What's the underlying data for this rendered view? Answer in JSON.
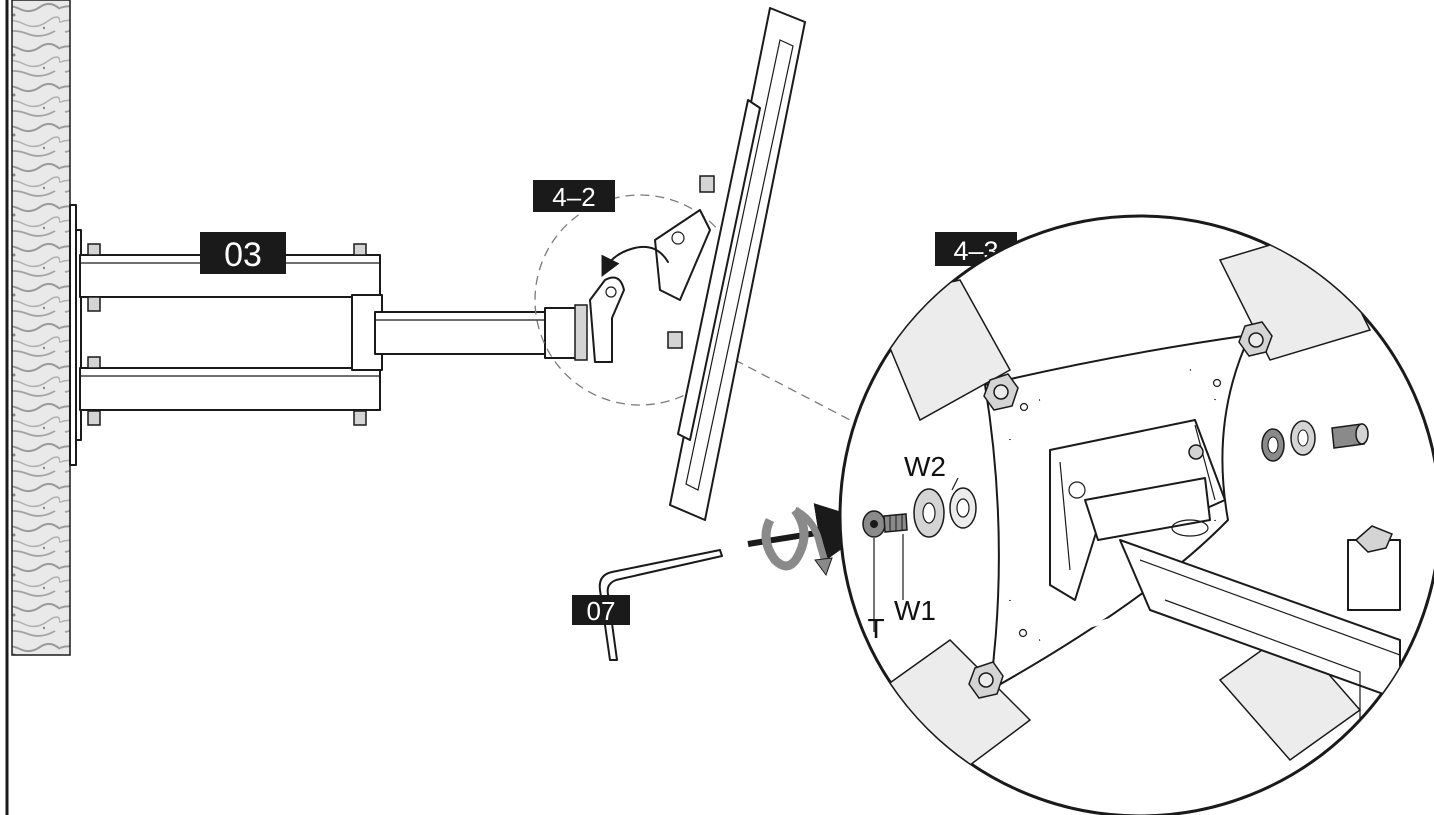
{
  "tags": {
    "arm": "03",
    "step_detail_a": "4–2",
    "step_detail_b": "4–3",
    "allen_key": "07"
  },
  "parts": {
    "screw": "T",
    "washer_1": "W1",
    "washer_2": "W2"
  },
  "icons": [
    "wall-panel",
    "swing-arm",
    "tv-panel",
    "tilt-arrow-icon",
    "rotate-arrow-icon",
    "allen-key-icon",
    "bolt-icon",
    "washer-icon",
    "nut-icon"
  ],
  "colors": {
    "tag_bg": "#1a1a1a",
    "tag_text": "#ffffff",
    "line": "#1a1a1a",
    "gray_fill": "#d4d4d4"
  }
}
